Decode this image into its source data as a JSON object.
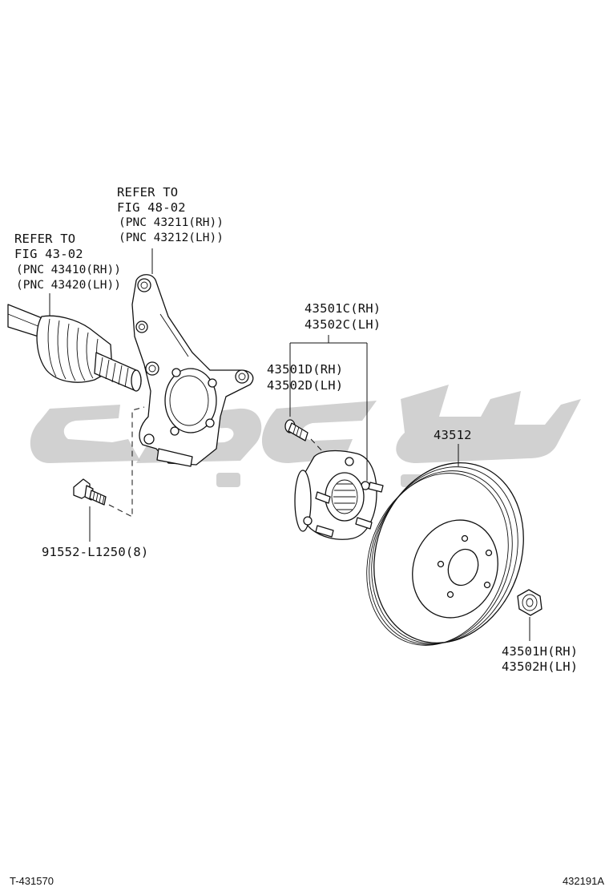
{
  "labels": {
    "knuckle_ref": [
      "REFER TO",
      "FIG 48-02",
      "(PNC 43211(RH))",
      "(PNC 43212(LH))"
    ],
    "shaft_ref": [
      "REFER TO",
      "FIG 43-02",
      "(PNC 43410(RH))",
      "(PNC 43420(LH))"
    ],
    "hub_assy": [
      "43501C(RH)",
      "43502C(LH)"
    ],
    "hub_bolt": [
      "43501D(RH)",
      "43502D(LH)"
    ],
    "disc": "43512",
    "bolt": "91552-L1250(8)",
    "nut": [
      "43501H(RH)",
      "43502H(LH)"
    ]
  },
  "footer": {
    "left_code": "T-431570",
    "right_code": "432191A"
  },
  "watermark": {
    "color": "#bdbdbd"
  }
}
